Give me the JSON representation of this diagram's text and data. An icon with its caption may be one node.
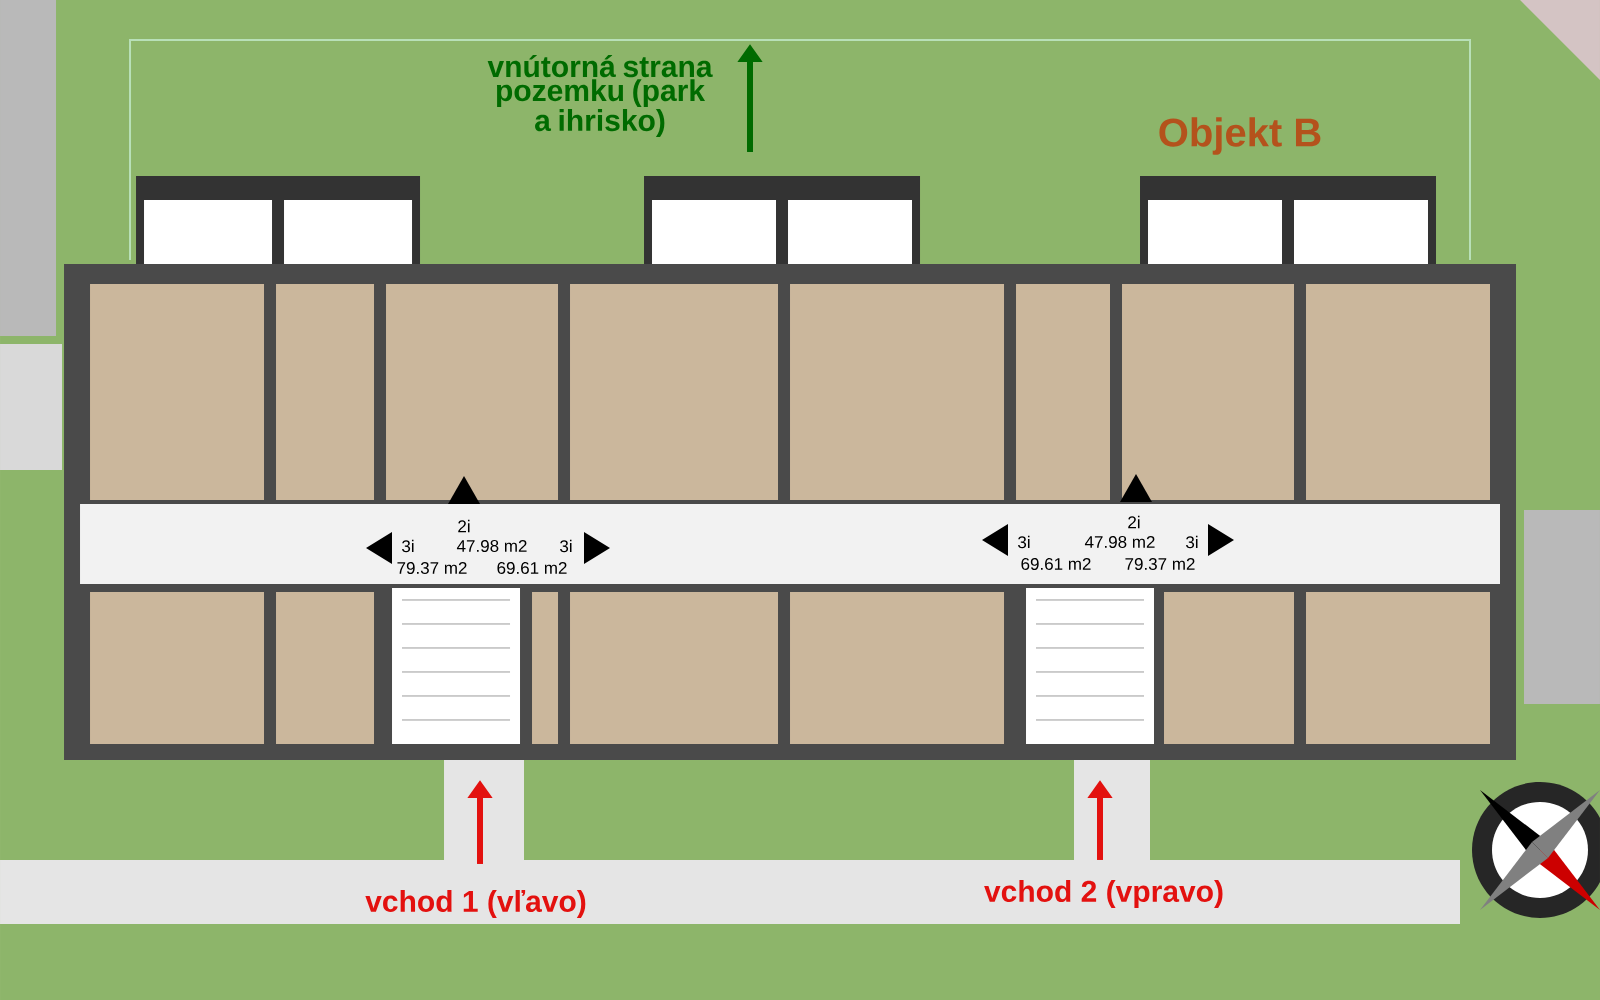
{
  "diagram": {
    "labels": [
      "vnútorná strana pozemku (park a ihrisko)",
      "Objekt B",
      "2i",
      "47.98 m2",
      "3i",
      "3i",
      "79.37 m2",
      "69.61 m2",
      "2i",
      "47.98 m2",
      "3i",
      "3i",
      "69.61 m2",
      "79.37 m2",
      "vchod 1 (vľavo)",
      "vchod 2 (vpravo)"
    ]
  }
}
